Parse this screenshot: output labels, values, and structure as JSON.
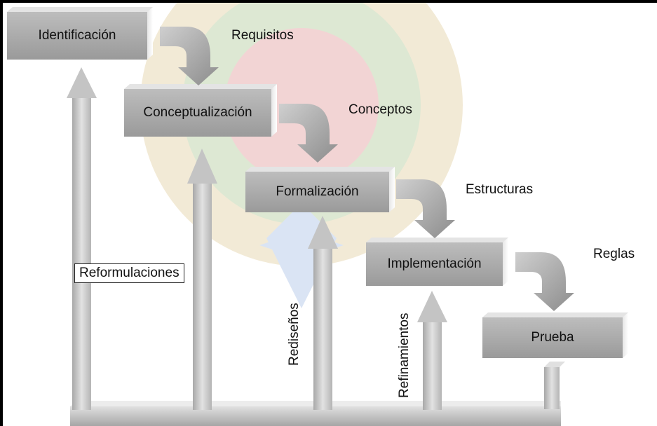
{
  "stages": [
    {
      "label": "Identificación"
    },
    {
      "label": "Conceptualización"
    },
    {
      "label": "Formalización"
    },
    {
      "label": "Implementación"
    },
    {
      "label": "Prueba"
    }
  ],
  "outputs": [
    {
      "label": "Requisitos"
    },
    {
      "label": "Conceptos"
    },
    {
      "label": "Estructuras"
    },
    {
      "label": "Reglas"
    }
  ],
  "feedback": [
    {
      "label": "Reformulaciones"
    },
    {
      "label": "Rediseños"
    },
    {
      "label": "Refinamientos"
    }
  ]
}
